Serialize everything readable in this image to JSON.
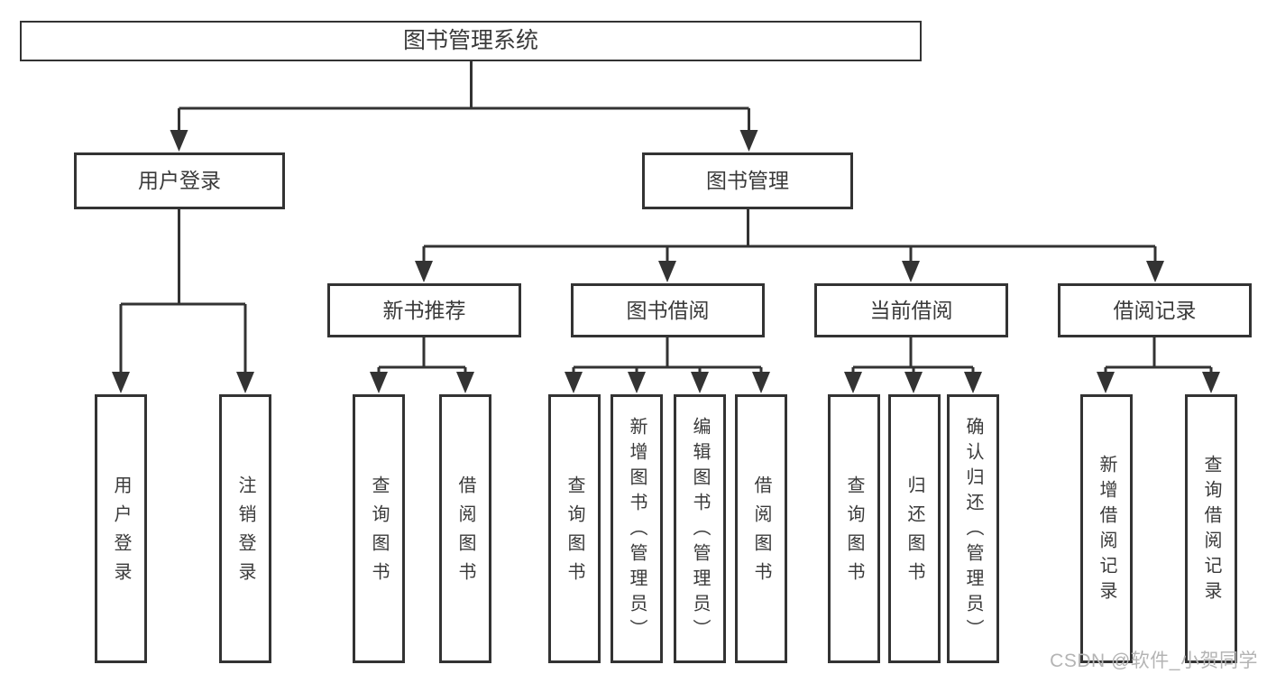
{
  "nodes": {
    "root": "图书管理系统",
    "user_login": "用户登录",
    "book_mgmt": "图书管理",
    "new_book_rec": "新书推荐",
    "book_borrow": "图书借阅",
    "current_borrow": "当前借阅",
    "borrow_record": "借阅记录",
    "leaf_user_login": "用户登录",
    "leaf_logout": "注销登录",
    "leaf_nb_query": "查询图书",
    "leaf_nb_borrow": "借阅图书",
    "leaf_bb_query": "查询图书",
    "leaf_bb_add": "新增图书（管理员）",
    "leaf_bb_edit": "编辑图书（管理员）",
    "leaf_bb_borrow": "借阅图书",
    "leaf_cb_query": "查询图书",
    "leaf_cb_return": "归还图书",
    "leaf_cb_confirm": "确认归还（管理员）",
    "leaf_br_add": "新增借阅记录",
    "leaf_br_query": "查询借阅记录"
  },
  "watermark": "CSDN @软件_小贺同学",
  "colors": {
    "line": "#333333",
    "text": "#3a3a3a",
    "watermark": "#b4b4b4",
    "background": "#ffffff"
  }
}
